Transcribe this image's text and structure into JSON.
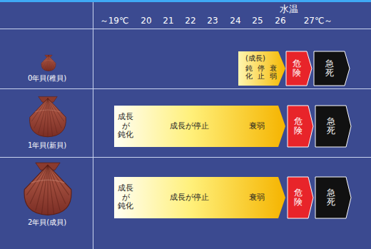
{
  "diagram": {
    "nodes": [
      {
        "text": [
          "(成長)",
          "鈍化",
          "停止",
          "衰弱"
        ]
      },
      {
        "text": [
          "危険"
        ]
      },
      {
        "text": [
          "急死"
        ]
      },
      {
        "text": [
          "成長 が 鈍化",
          "成長が停止",
          "衰弱"
        ]
      },
      {
        "text": [
          "危険"
        ]
      },
      {
        "text": [
          "急死"
        ]
      },
      {
        "text": [
          "成長 が 鈍化",
          "成長が停止",
          "衰弱"
        ]
      },
      {
        "text": [
          "危険"
        ]
      },
      {
        "text": [
          "急死"
        ]
      }
    ],
    "labels": [
      "水温",
      "～19℃",
      "20",
      "21",
      "22",
      "23",
      "24",
      "25",
      "26",
      "27℃～",
      "0年貝(稚貝)",
      "1年貝(新貝)",
      "2年貝(成貝)"
    ]
  }
}
